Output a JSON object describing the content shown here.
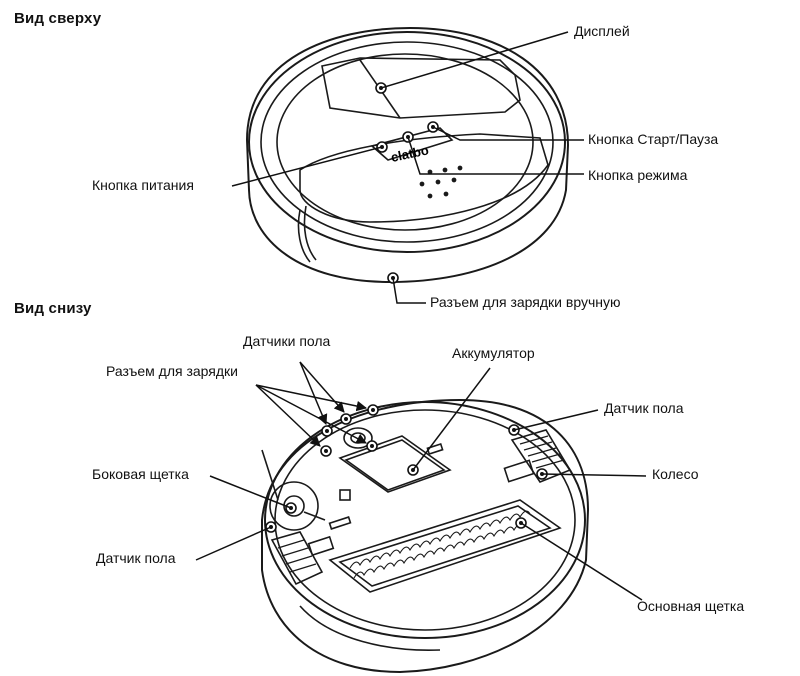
{
  "top_view": {
    "heading": "Вид сверху",
    "brand_mark": "clatbo",
    "labels": {
      "display": "Дисплей",
      "start_pause": "Кнопка Старт/Пауза",
      "power": "Кнопка питания",
      "mode": "Кнопка режима",
      "manual_charge_port": "Разъем для зарядки вручную"
    }
  },
  "bottom_view": {
    "heading": "Вид снизу",
    "labels": {
      "floor_sensors": "Датчики пола",
      "charge_connector": "Разъем для зарядки",
      "battery": "Аккумулятор",
      "floor_sensor_right": "Датчик пола",
      "wheel": "Колесо",
      "side_brush": "Боковая щетка",
      "floor_sensor_left": "Датчик пола",
      "main_brush": "Основная щетка"
    }
  }
}
